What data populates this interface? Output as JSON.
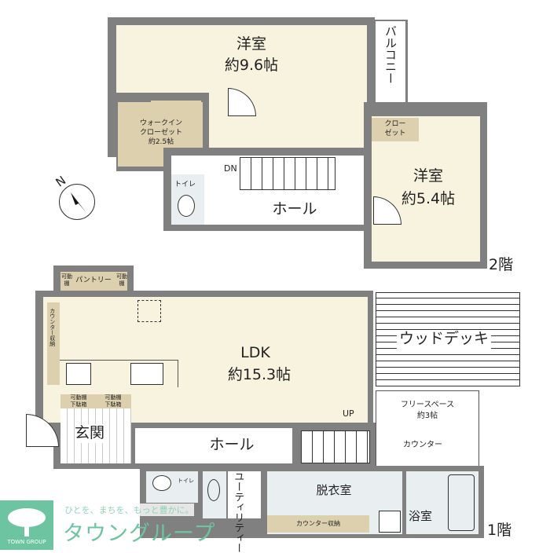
{
  "floor2": {
    "label": "2階",
    "western_room_large": {
      "name": "洋室",
      "size": "約9.6帖"
    },
    "walk_in_closet": {
      "line1": "ウォークイン",
      "line2": "クローゼット",
      "size": "約2.5帖"
    },
    "balcony": "バルコニー",
    "closet": {
      "line1": "クロー",
      "line2": "ゼット"
    },
    "western_room_small": {
      "name": "洋室",
      "size": "約5.4帖"
    },
    "hall": "ホール",
    "toilet": "トイレ",
    "stairs_label": "DN",
    "compass": "N"
  },
  "floor1": {
    "label": "1階",
    "pantry": "パントリー",
    "adjustable_shelf": "可動棚",
    "counter_storage_left": "カウンター収納",
    "shoe_box": "可動棚\n下駄箱",
    "ldk": {
      "name": "LDK",
      "size": "約15.3帖"
    },
    "wood_deck": "ウッドデッキ",
    "free_space": {
      "name": "フリースペース",
      "size": "約3帖"
    },
    "counter": "カウンター",
    "stairs_label": "UP",
    "entrance": "玄関",
    "hall": "ホール",
    "toilet": "トイレ",
    "utility": "ユーティリティー",
    "dressing_room": "脱衣室",
    "counter_storage_bottom": "カウンター収納",
    "bathroom": "浴室"
  },
  "logo": {
    "tagline": "ひとを、まちを、もっと豊かに。",
    "name_jp": "タウングループ",
    "name_en": "TOWN GROUP",
    "color": "#6cc4a0"
  }
}
